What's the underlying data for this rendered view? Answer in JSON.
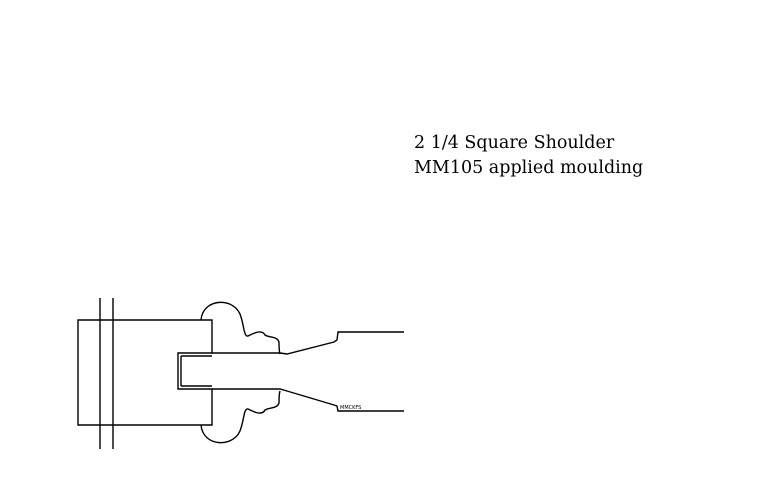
{
  "caption": {
    "line1": "2 1/4 Square Shoulder",
    "line2": "MM105 applied moulding"
  },
  "drawing": {
    "stamp_text": "MMCKFS",
    "colors": {
      "line": "#000000",
      "background": "#ffffff"
    }
  }
}
